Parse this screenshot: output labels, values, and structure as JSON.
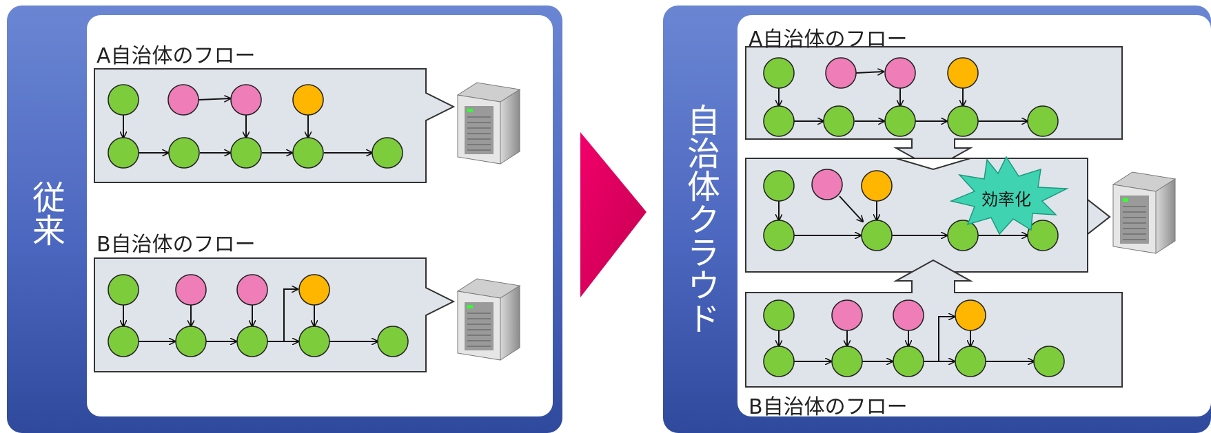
{
  "left": {
    "label": "従来",
    "flow_a_title": "A自治体のフロー",
    "flow_b_title": "B自治体のフロー"
  },
  "right": {
    "label": "自治体クラウド",
    "flow_a_title": "A自治体のフロー",
    "flow_b_title": "B自治体のフロー",
    "burst_label": "効率化"
  },
  "colors": {
    "panel": "#5470c6",
    "node_green": "#7dcc3c",
    "node_pink": "#ee7db8",
    "node_orange": "#ffb600",
    "flow_box": "#dfe3ea",
    "arrow": "#e8005f",
    "burst": "#3fd3b2"
  },
  "icons": {
    "server": "server-icon",
    "arrow": "play-arrow-icon",
    "burst": "starburst-icon"
  }
}
